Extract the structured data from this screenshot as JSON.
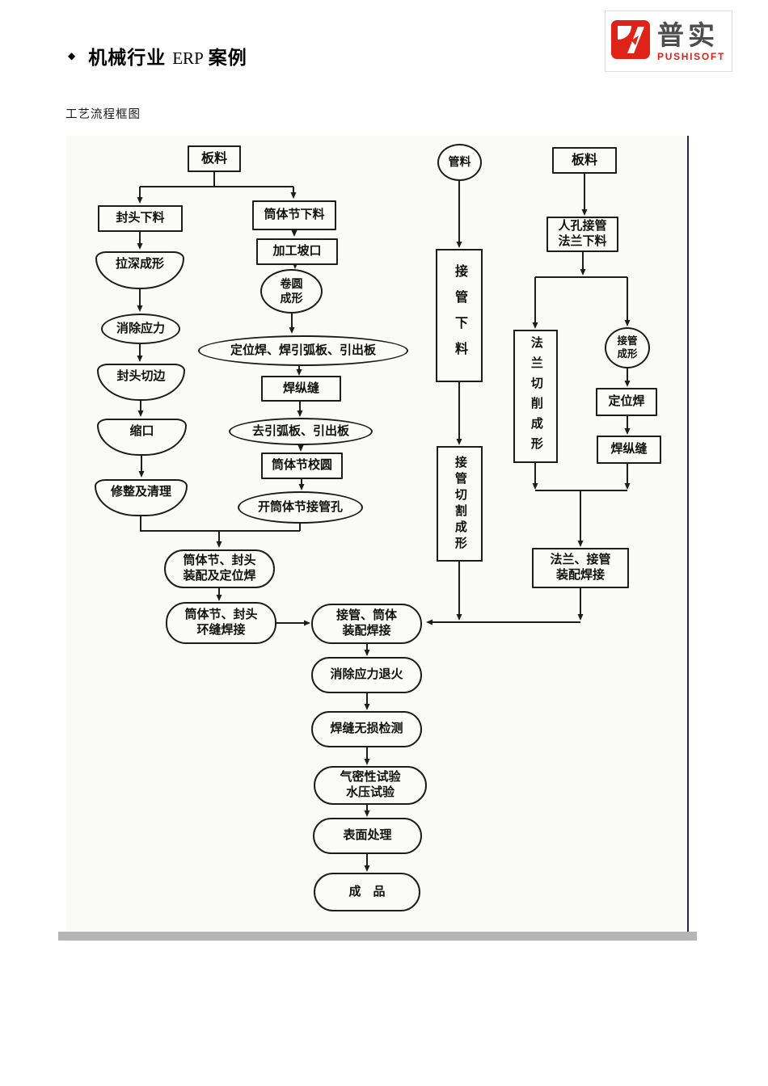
{
  "page": {
    "title": {
      "bullet": "◆",
      "cn_lead": "机械行业",
      "erp": "ERP",
      "cn_tail": "案例"
    },
    "subtitle": "工艺流程框图",
    "logo": {
      "cn": "普实",
      "en": "PUSHISOFT"
    }
  },
  "colors": {
    "logo_red": "#e02318",
    "logo_gray": "#4d4d4d",
    "line_black": "#1c1c1c",
    "chart_bg": "#fafaf9",
    "chart_right_border": "#1b2a4a",
    "chart_bottom_bar": "#b5b5b5"
  },
  "flowchart": {
    "nodes": [
      {
        "id": "plate-stock-left",
        "shape": "rect",
        "label": "板料"
      },
      {
        "id": "head-blanking",
        "shape": "rect",
        "label": "封头下料"
      },
      {
        "id": "deep-drawing",
        "shape": "bowl",
        "label": "拉深成形"
      },
      {
        "id": "stress-relief",
        "shape": "ellipse",
        "label": "消除应力"
      },
      {
        "id": "head-trimming",
        "shape": "bowl",
        "label": "封头切边"
      },
      {
        "id": "necking",
        "shape": "bowl",
        "label": "缩口"
      },
      {
        "id": "repair-cleaning",
        "shape": "bowl",
        "label": "修整及清理"
      },
      {
        "id": "shell-section-blanking",
        "shape": "rect",
        "label": "筒体节下料"
      },
      {
        "id": "bevel-machining",
        "shape": "rect",
        "label": "加工坡口"
      },
      {
        "id": "roll-forming",
        "shape": "circle",
        "label": "卷圆\n成形"
      },
      {
        "id": "tack-weld-arc-plates",
        "shape": "ellipse",
        "label": "定位焊、焊引弧板、引出板"
      },
      {
        "id": "longitudinal-seam-weld",
        "shape": "rect",
        "label": "焊纵缝"
      },
      {
        "id": "remove-arc-plates",
        "shape": "ellipse",
        "label": "去引弧板、引出板"
      },
      {
        "id": "shell-section-rounding",
        "shape": "rect",
        "label": "筒体节校圆"
      },
      {
        "id": "open-nozzle-holes",
        "shape": "ellipse",
        "label": "开筒体节接管孔"
      },
      {
        "id": "shell-head-assembly-tack-weld",
        "shape": "stadium",
        "label": "筒体节、封头\n装配及定位焊"
      },
      {
        "id": "shell-head-circ-seam-weld",
        "shape": "stadium",
        "label": "筒体节、封头\n环缝焊接"
      },
      {
        "id": "nozzle-shell-assembly-weld",
        "shape": "stadium",
        "label": "接管、筒体\n装配焊接"
      },
      {
        "id": "stress-relief-annealing",
        "shape": "stadium",
        "label": "消除应力退火"
      },
      {
        "id": "weld-ndt",
        "shape": "stadium",
        "label": "焊缝无损检测"
      },
      {
        "id": "tightness-hydro-test",
        "shape": "stadium",
        "label": "气密性试验\n水压试验"
      },
      {
        "id": "surface-treatment",
        "shape": "stadium",
        "label": "表面处理"
      },
      {
        "id": "finished-product",
        "shape": "stadium",
        "label": "成　品"
      },
      {
        "id": "pipe-stock",
        "shape": "circle",
        "label": "管料"
      },
      {
        "id": "nozzle-blanking",
        "shape": "rect-v",
        "label": "接管下料"
      },
      {
        "id": "nozzle-cutting-forming",
        "shape": "rect-v",
        "label": "接管切割成形"
      },
      {
        "id": "plate-stock-right",
        "shape": "rect",
        "label": "板料"
      },
      {
        "id": "manhole-nozzle-flange-blanking",
        "shape": "rect",
        "label": "人孔接管\n法兰下料"
      },
      {
        "id": "flange-machining-forming",
        "shape": "rect-v",
        "label": "法兰切削成形"
      },
      {
        "id": "nozzle-forming",
        "shape": "circle",
        "label": "接管\n成形"
      },
      {
        "id": "tack-weld-right",
        "shape": "rect",
        "label": "定位焊"
      },
      {
        "id": "longitudinal-seam-weld-right",
        "shape": "rect",
        "label": "焊纵缝"
      },
      {
        "id": "flange-nozzle-assembly-weld",
        "shape": "rect",
        "label": "法兰、接管\n装配焊接"
      }
    ],
    "edges": [
      "plate-stock-left->head-blanking",
      "plate-stock-left->shell-section-blanking",
      "head-blanking->deep-drawing",
      "deep-drawing->stress-relief",
      "stress-relief->head-trimming",
      "head-trimming->necking",
      "necking->repair-cleaning",
      "repair-cleaning->shell-head-assembly-tack-weld",
      "open-nozzle-holes->shell-head-assembly-tack-weld",
      "shell-section-blanking->bevel-machining",
      "bevel-machining->roll-forming",
      "roll-forming->tack-weld-arc-plates",
      "tack-weld-arc-plates->longitudinal-seam-weld",
      "longitudinal-seam-weld->remove-arc-plates",
      "remove-arc-plates->shell-section-rounding",
      "shell-section-rounding->open-nozzle-holes",
      "shell-head-assembly-tack-weld->shell-head-circ-seam-weld",
      "shell-head-circ-seam-weld->nozzle-shell-assembly-weld",
      "pipe-stock->nozzle-blanking",
      "nozzle-blanking->nozzle-cutting-forming",
      "nozzle-cutting-forming->nozzle-shell-assembly-weld",
      "plate-stock-right->manhole-nozzle-flange-blanking",
      "manhole-nozzle-flange-blanking->flange-machining-forming",
      "manhole-nozzle-flange-blanking->nozzle-forming",
      "nozzle-forming->tack-weld-right",
      "tack-weld-right->longitudinal-seam-weld-right",
      "flange-machining-forming->flange-nozzle-assembly-weld",
      "longitudinal-seam-weld-right->flange-nozzle-assembly-weld",
      "flange-nozzle-assembly-weld->nozzle-shell-assembly-weld",
      "nozzle-shell-assembly-weld->stress-relief-annealing",
      "stress-relief-annealing->weld-ndt",
      "weld-ndt->tightness-hydro-test",
      "tightness-hydro-test->surface-treatment",
      "surface-treatment->finished-product"
    ]
  }
}
